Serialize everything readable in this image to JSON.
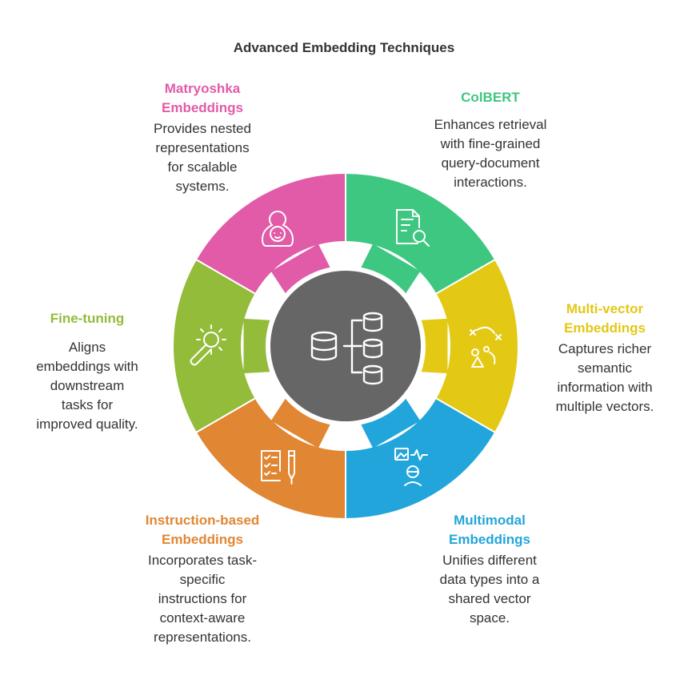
{
  "title": "Advanced Embedding Techniques",
  "colors": {
    "matryoshka": "#E25BA8",
    "colbert": "#3DC780",
    "multivector": "#E3C814",
    "multimodal": "#22A5DA",
    "instruction": "#E18632",
    "finetuning": "#93BC3A",
    "center": "#666666"
  },
  "center": {
    "icon": "database-network-icon"
  },
  "segments": [
    {
      "id": "matryoshka",
      "title": "Matryoshka\nEmbeddings",
      "description": "Provides nested\nrepresentations\nfor scalable\nsystems.",
      "icon": "matryoshka-doll-icon"
    },
    {
      "id": "colbert",
      "title": "ColBERT",
      "description": "Enhances retrieval\nwith fine-grained\nquery-document\ninteractions.",
      "icon": "document-search-icon"
    },
    {
      "id": "multivector",
      "title": "Multi-vector\nEmbeddings",
      "description": "Captures richer\nsemantic\ninformation with\nmultiple vectors.",
      "icon": "vector-shapes-icon"
    },
    {
      "id": "multimodal",
      "title": "Multimodal\nEmbeddings",
      "description": "Unifies different\ndata types into a\nshared vector\nspace.",
      "icon": "multimodal-media-icon"
    },
    {
      "id": "instruction",
      "title": "Instruction-based\nEmbeddings",
      "description": "Incorporates task-\nspecific\ninstructions for\ncontext-aware\nrepresentations.",
      "icon": "checklist-pen-icon"
    },
    {
      "id": "finetuning",
      "title": "Fine-tuning",
      "description": "Aligns\nembeddings with\ndownstream\ntasks for\nimproved quality.",
      "icon": "gear-wrench-icon"
    }
  ]
}
